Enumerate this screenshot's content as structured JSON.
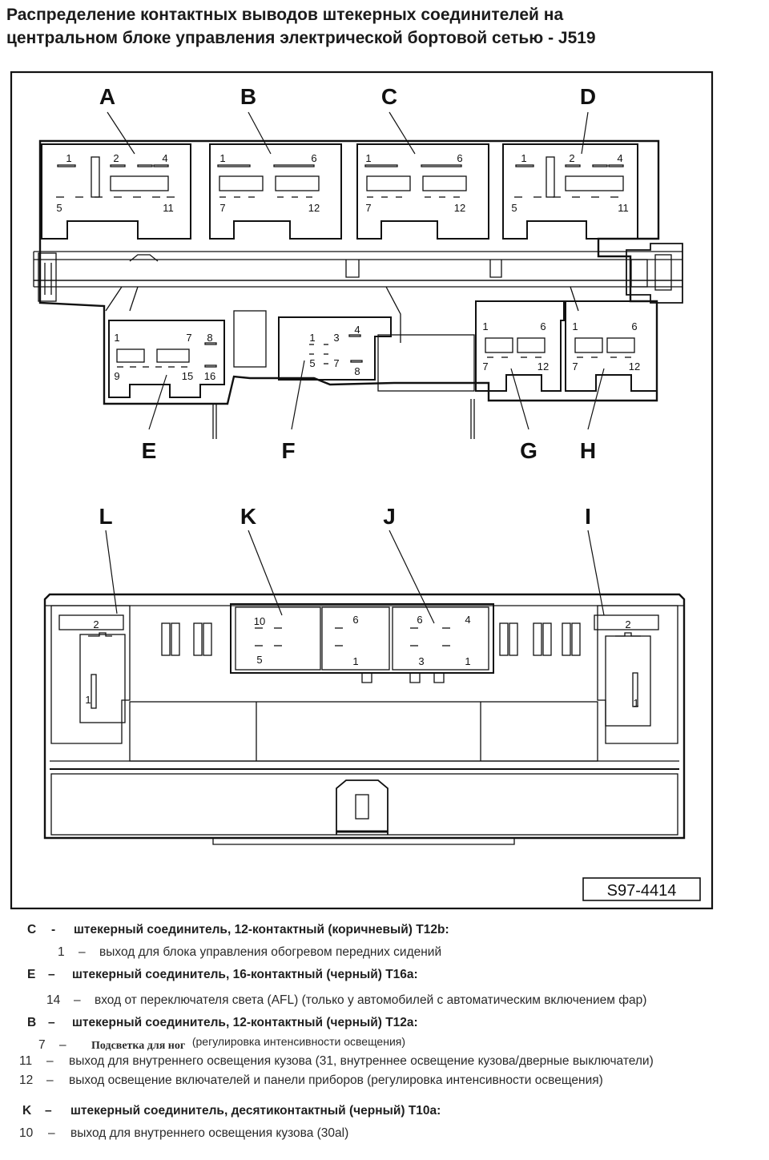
{
  "title": {
    "line1": "Распределение контактных выводов штекерных соединителей на",
    "line2": "центральном блоке управления электрической бортовой сетью - J519"
  },
  "diagram": {
    "code": "S97-4414",
    "connectors_top": [
      {
        "letter": "A",
        "pins": [
          "1",
          "2",
          "4",
          "5",
          "11"
        ]
      },
      {
        "letter": "B",
        "pins": [
          "1",
          "6",
          "7",
          "12"
        ]
      },
      {
        "letter": "C",
        "pins": [
          "1",
          "6",
          "7",
          "12"
        ]
      },
      {
        "letter": "D",
        "pins": [
          "1",
          "2",
          "4",
          "5",
          "11"
        ]
      }
    ],
    "connectors_mid": [
      {
        "letter": "E",
        "pins": [
          "1",
          "7",
          "8",
          "9",
          "15",
          "16"
        ]
      },
      {
        "letter": "F",
        "pins": [
          "1",
          "3",
          "4",
          "5",
          "7",
          "8"
        ]
      },
      {
        "letter": "G",
        "pins": [
          "1",
          "6",
          "7",
          "12"
        ]
      },
      {
        "letter": "H",
        "pins": [
          "1",
          "6",
          "7",
          "12"
        ]
      }
    ],
    "connectors_bottom": [
      {
        "letter": "L",
        "pins": [
          "2",
          "1"
        ]
      },
      {
        "letter": "K",
        "pins": [
          "10",
          "6",
          "5",
          "1"
        ]
      },
      {
        "letter": "J",
        "pins": [
          "6",
          "4",
          "3",
          "1"
        ]
      },
      {
        "letter": "I",
        "pins": [
          "2",
          "1"
        ]
      }
    ]
  },
  "notes": {
    "c_head": {
      "letter": "C",
      "sep": "-",
      "text": "штекерный соединитель, 12-контактный (коричневый) T12b:"
    },
    "c1": {
      "pin": "1",
      "sep": "–",
      "text": "выход для блока управления обогревом передних сидений"
    },
    "e_head": {
      "letter": "E",
      "sep": "–",
      "text": "штекерный соединитель, 16-контактный (черный) T16a:"
    },
    "e14": {
      "pin": "14",
      "sep": "–",
      "text": "вход от переключателя света (AFL) (только у автомобилей с автоматическим включением фар)"
    },
    "b_head": {
      "letter": "B",
      "sep": "–",
      "text": "штекерный соединитель, 12-контактный (черный) T12a:"
    },
    "b7": {
      "pin": "7",
      "sep": "–",
      "handwritten": "Подсветка для ног",
      "text": "(регулировка интенсивности освещения)"
    },
    "b11": {
      "pin": "11",
      "sep": "–",
      "text": "выход для внутреннего освещения кузова (31, внутреннее освещение кузова/дверные выключатели)"
    },
    "b12": {
      "pin": "12",
      "sep": "–",
      "text": "выход  освещение включателей и панели приборов (регулировка интенсивности освещения)"
    },
    "k_head": {
      "letter": "K",
      "sep": "–",
      "text": "штекерный соединитель, десятиконтактный (черный) T10a:"
    },
    "k10": {
      "pin": "10",
      "sep": "–",
      "text": "выход для внутреннего освещения кузова (30al)"
    }
  }
}
